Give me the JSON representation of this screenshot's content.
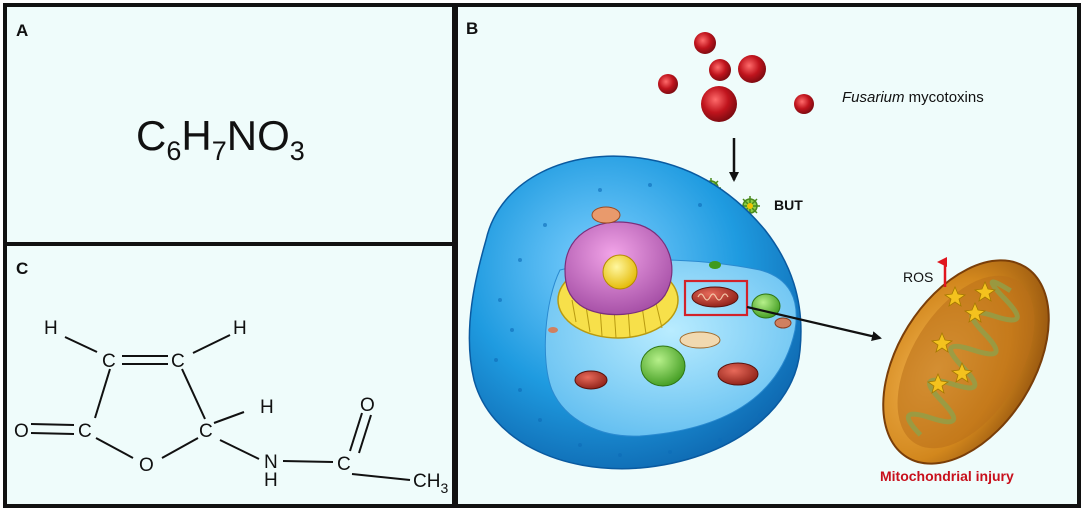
{
  "panel_a": {
    "label": "A",
    "formula": {
      "c": "C",
      "c_sub": "6",
      "h": "H",
      "h_sub": "7",
      "no": "NO",
      "o_sub": "3"
    }
  },
  "panel_b": {
    "label": "B",
    "toxin_label_italic": "Fusarium",
    "toxin_label_rest": " mycotoxins",
    "but_label": "BUT",
    "ros_label": "ROS",
    "injury_label": "Mitochondrial injury"
  },
  "panel_c": {
    "label": "C",
    "atoms": {
      "h1": "H",
      "h2": "H",
      "h3": "H",
      "h4": "H",
      "c_left": "C",
      "c_right": "C",
      "c_carbonyl": "C",
      "c_ring": "C",
      "c_amide": "C",
      "o_exo": "O",
      "o_ring": "O",
      "o_amide": "O",
      "n": "N",
      "ch3_c": "CH",
      "ch3_sub": "3"
    }
  },
  "colors": {
    "panel_bg": "#effcfb",
    "border": "#111111",
    "toxin_red": "#b3151d",
    "virus_green": "#7ab63a",
    "cell_blue": "#1f9be0",
    "mito_orange": "#d2871d",
    "highlight_box": "#d2232a",
    "injury_text": "#c8101c",
    "ros_arrow": "#e0161e"
  }
}
